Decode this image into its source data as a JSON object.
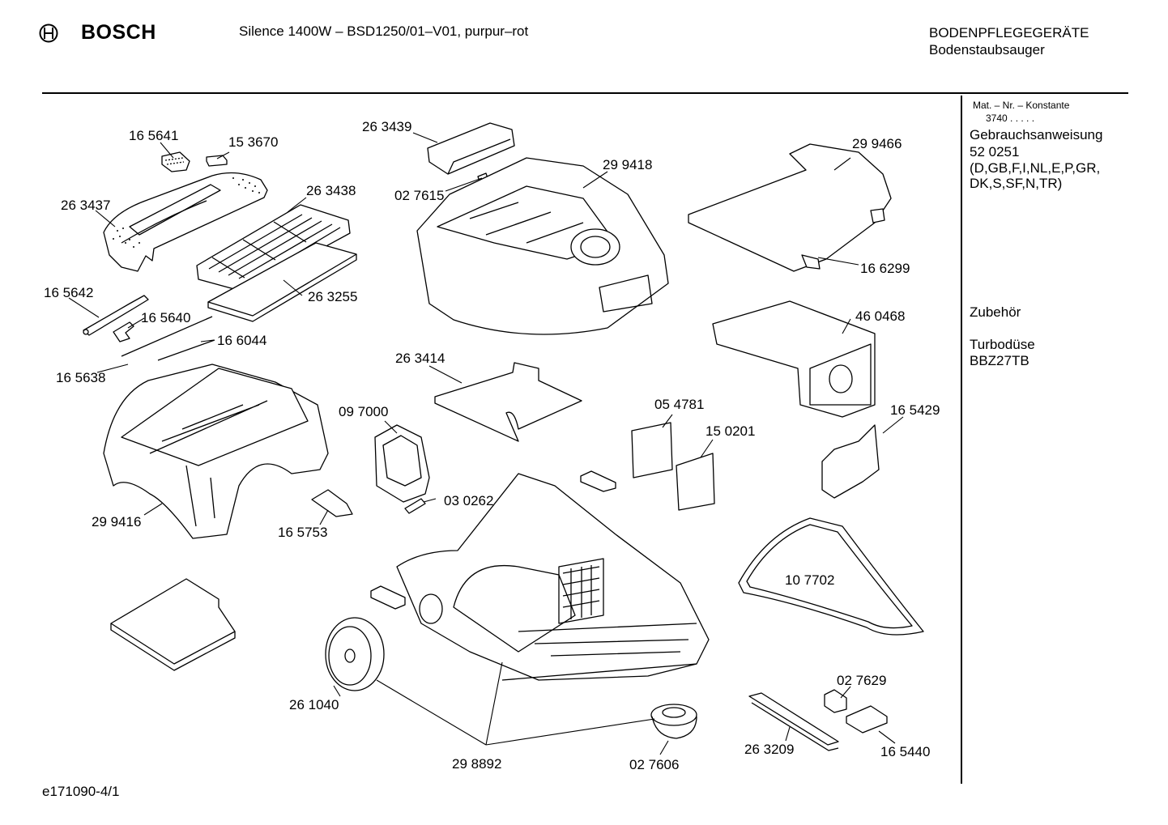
{
  "header": {
    "brand": "BOSCH",
    "model_title": "Silence 1400W – BSD1250/01–V01, purpur–rot",
    "category_line1": "BODENPFLEGEGERÄTE",
    "category_line2": "Bodenstaubsauger"
  },
  "sidebar": {
    "mat_nr_label": "Mat. – Nr. – Konstante",
    "mat_nr_value": "3740  .  .  .  .  .",
    "manual_label": "Gebrauchsanweisung",
    "manual_number": "52 0251",
    "manual_languages_1": "(D,GB,F,I,NL,E,P,GR,",
    "manual_languages_2": "DK,S,SF,N,TR)",
    "accessories_label": "Zubehör",
    "accessory_name": "Turbodüse",
    "accessory_code": "BBZ27TB"
  },
  "footer": {
    "doc_id": "e171090-4/1"
  },
  "parts": [
    {
      "id": "p01",
      "label": "16 5641"
    },
    {
      "id": "p02",
      "label": "15 3670"
    },
    {
      "id": "p03",
      "label": "26 3437"
    },
    {
      "id": "p04",
      "label": "26 3438"
    },
    {
      "id": "p05",
      "label": "26 3255"
    },
    {
      "id": "p06",
      "label": "16 5642"
    },
    {
      "id": "p07",
      "label": "16 5640"
    },
    {
      "id": "p08",
      "label": "16 6044"
    },
    {
      "id": "p09",
      "label": "16 5638"
    },
    {
      "id": "p10",
      "label": "29 9416"
    },
    {
      "id": "p11",
      "label": "16 5753"
    },
    {
      "id": "p12",
      "label": "26 3439"
    },
    {
      "id": "p13",
      "label": "02 7615"
    },
    {
      "id": "p14",
      "label": "29 9418"
    },
    {
      "id": "p15",
      "label": "29 9466"
    },
    {
      "id": "p16",
      "label": "16 6299"
    },
    {
      "id": "p17",
      "label": "46 0468"
    },
    {
      "id": "p18",
      "label": "26 3414"
    },
    {
      "id": "p19",
      "label": "09 7000"
    },
    {
      "id": "p20",
      "label": "03 0262"
    },
    {
      "id": "p21",
      "label": "05 4781"
    },
    {
      "id": "p22",
      "label": "15 0201"
    },
    {
      "id": "p23",
      "label": "16 5429"
    },
    {
      "id": "p24",
      "label": "10 7702"
    },
    {
      "id": "p25",
      "label": "26 1040"
    },
    {
      "id": "p26",
      "label": "29 8892"
    },
    {
      "id": "p27",
      "label": "02 7606"
    },
    {
      "id": "p28",
      "label": "02 7629"
    },
    {
      "id": "p29",
      "label": "26 3209"
    },
    {
      "id": "p30",
      "label": "16 5440"
    }
  ]
}
